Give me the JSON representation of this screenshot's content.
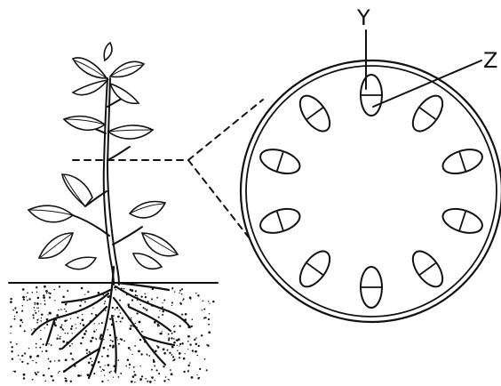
{
  "labels": {
    "y": "Y",
    "z": "Z"
  },
  "colors": {
    "ink": "#111111",
    "background": "#ffffff"
  },
  "cross_section": {
    "vascular_bundle_count": 10
  }
}
